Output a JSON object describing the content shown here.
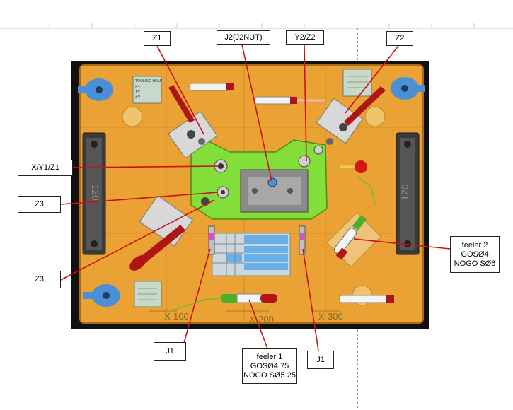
{
  "callouts": {
    "z1_top": "Z1",
    "j2": "J2(J2NUT)",
    "y2z2": "Y2/Z2",
    "z2": "Z2",
    "xy1z1": "X/Y1/Z1",
    "z3_upper": "Z3",
    "z3_lower": "Z3",
    "j1_left": "J1",
    "j1_right": "J1",
    "feeler1": {
      "l1": "feeler 1",
      "l2": "GOSØ4.75",
      "l3": "NOGO SØ5.25"
    },
    "feeler2": {
      "l1": "feeler 2",
      "l2": "GOSØ4",
      "l3": "NOGO SØ6"
    }
  },
  "fixture": {
    "x_marks": [
      "X-100",
      "X-200",
      "X-300"
    ],
    "side_label_left": "120",
    "side_label_right": "120",
    "tooling_hole_label": "TOOLING HOLE",
    "tooling_rows": [
      "X=",
      "Y=",
      "Z="
    ]
  },
  "colors": {
    "plate": "#e9a233",
    "plate_border": "#a86d12",
    "background": "#111111",
    "green_block": "#7ee23a",
    "leader": "#cc1111",
    "clamp_red": "#b01515",
    "pin_blue": "#4b8fd6",
    "table_blue": "#6ab0e8"
  }
}
